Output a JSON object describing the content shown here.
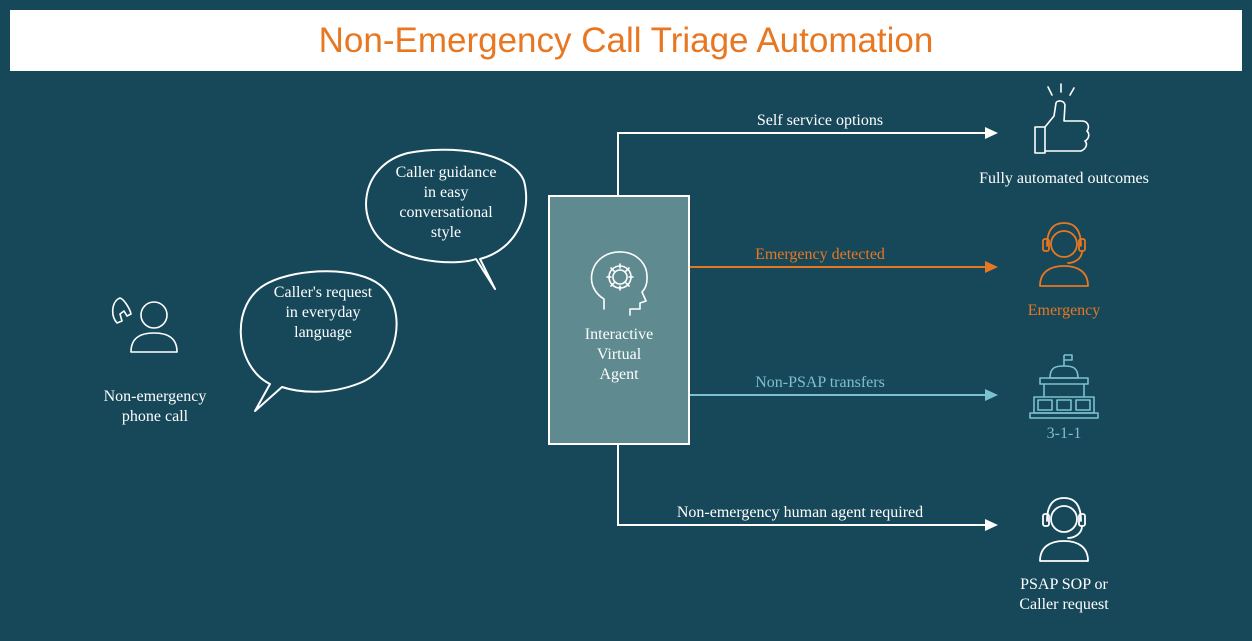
{
  "title": "Non-Emergency Call Triage Automation",
  "caller": {
    "icon": "phone-caller-icon",
    "label_line1": "Non-emergency",
    "label_line2": "phone call"
  },
  "request_bubble": {
    "line1": "Caller's request",
    "line2": "in everyday",
    "line3": "language"
  },
  "guidance_bubble": {
    "line1": "Caller guidance",
    "line2": "in easy",
    "line3": "conversational",
    "line4": "style"
  },
  "agent": {
    "icon": "ai-brain-gear-icon",
    "line1": "Interactive",
    "line2": "Virtual",
    "line3": "Agent"
  },
  "routes": {
    "self_service": {
      "label": "Self service options",
      "outcome": "Fully automated outcomes",
      "icon": "thumbs-up-icon"
    },
    "emergency": {
      "label": "Emergency detected",
      "outcome": "Emergency",
      "icon": "headset-agent-icon"
    },
    "non_psap": {
      "label": "Non-PSAP transfers",
      "outcome": "3-1-1",
      "icon": "government-building-icon"
    },
    "human": {
      "label": "Non-emergency human agent required",
      "outcome_line1": "PSAP SOP or",
      "outcome_line2": "Caller request",
      "icon": "headset-agent-icon"
    }
  },
  "colors": {
    "background": "#16485a",
    "title": "#e87722",
    "emergency": "#e87722",
    "transfer": "#7cc1cd",
    "agent_box": "#5e8a90",
    "line": "#ffffff"
  }
}
